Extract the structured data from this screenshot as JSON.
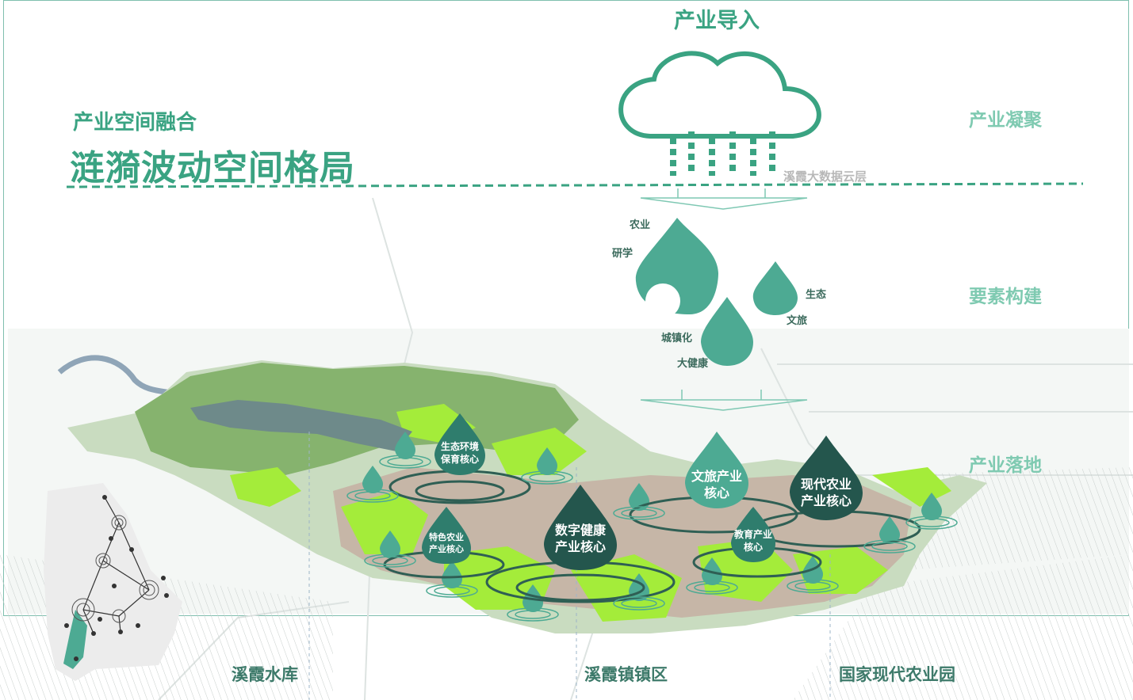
{
  "header": {
    "subtitle": "产业空间融合",
    "title": "涟漪波动空间格局"
  },
  "flow": {
    "top": "产业导入",
    "cloud_caption": "溪霞大数据云层",
    "stages": [
      "产业凝聚",
      "要素构建",
      "产业落地"
    ]
  },
  "elements": {
    "agriculture": "农业",
    "study": "研学",
    "ecology": "生态",
    "culture_tourism": "文旅",
    "urbanization": "城镇化",
    "health": "大健康"
  },
  "cores": [
    {
      "line1": "生态环境",
      "line2": "保育核心"
    },
    {
      "line1": "特色农业",
      "line2": "产业核心"
    },
    {
      "line1": "数字健康",
      "line2": "产业核心"
    },
    {
      "line1": "文旅产业",
      "line2": "核心"
    },
    {
      "line1": "现代农业",
      "line2": "产业核心"
    },
    {
      "line1": "教育产业",
      "line2": "核心"
    }
  ],
  "zones": [
    "溪霞水库",
    "溪霞镇镇区",
    "国家现代农业园"
  ],
  "colors": {
    "accent": "#3aa382",
    "drop": "#4daa93",
    "dark_drop": "#24564d",
    "mid_drop": "#2f7d6d",
    "bright_green": "#a4ec3a",
    "forest": "#7fb56a",
    "reservoir": "#6e8a8a",
    "urban": "#c6b6a7"
  }
}
